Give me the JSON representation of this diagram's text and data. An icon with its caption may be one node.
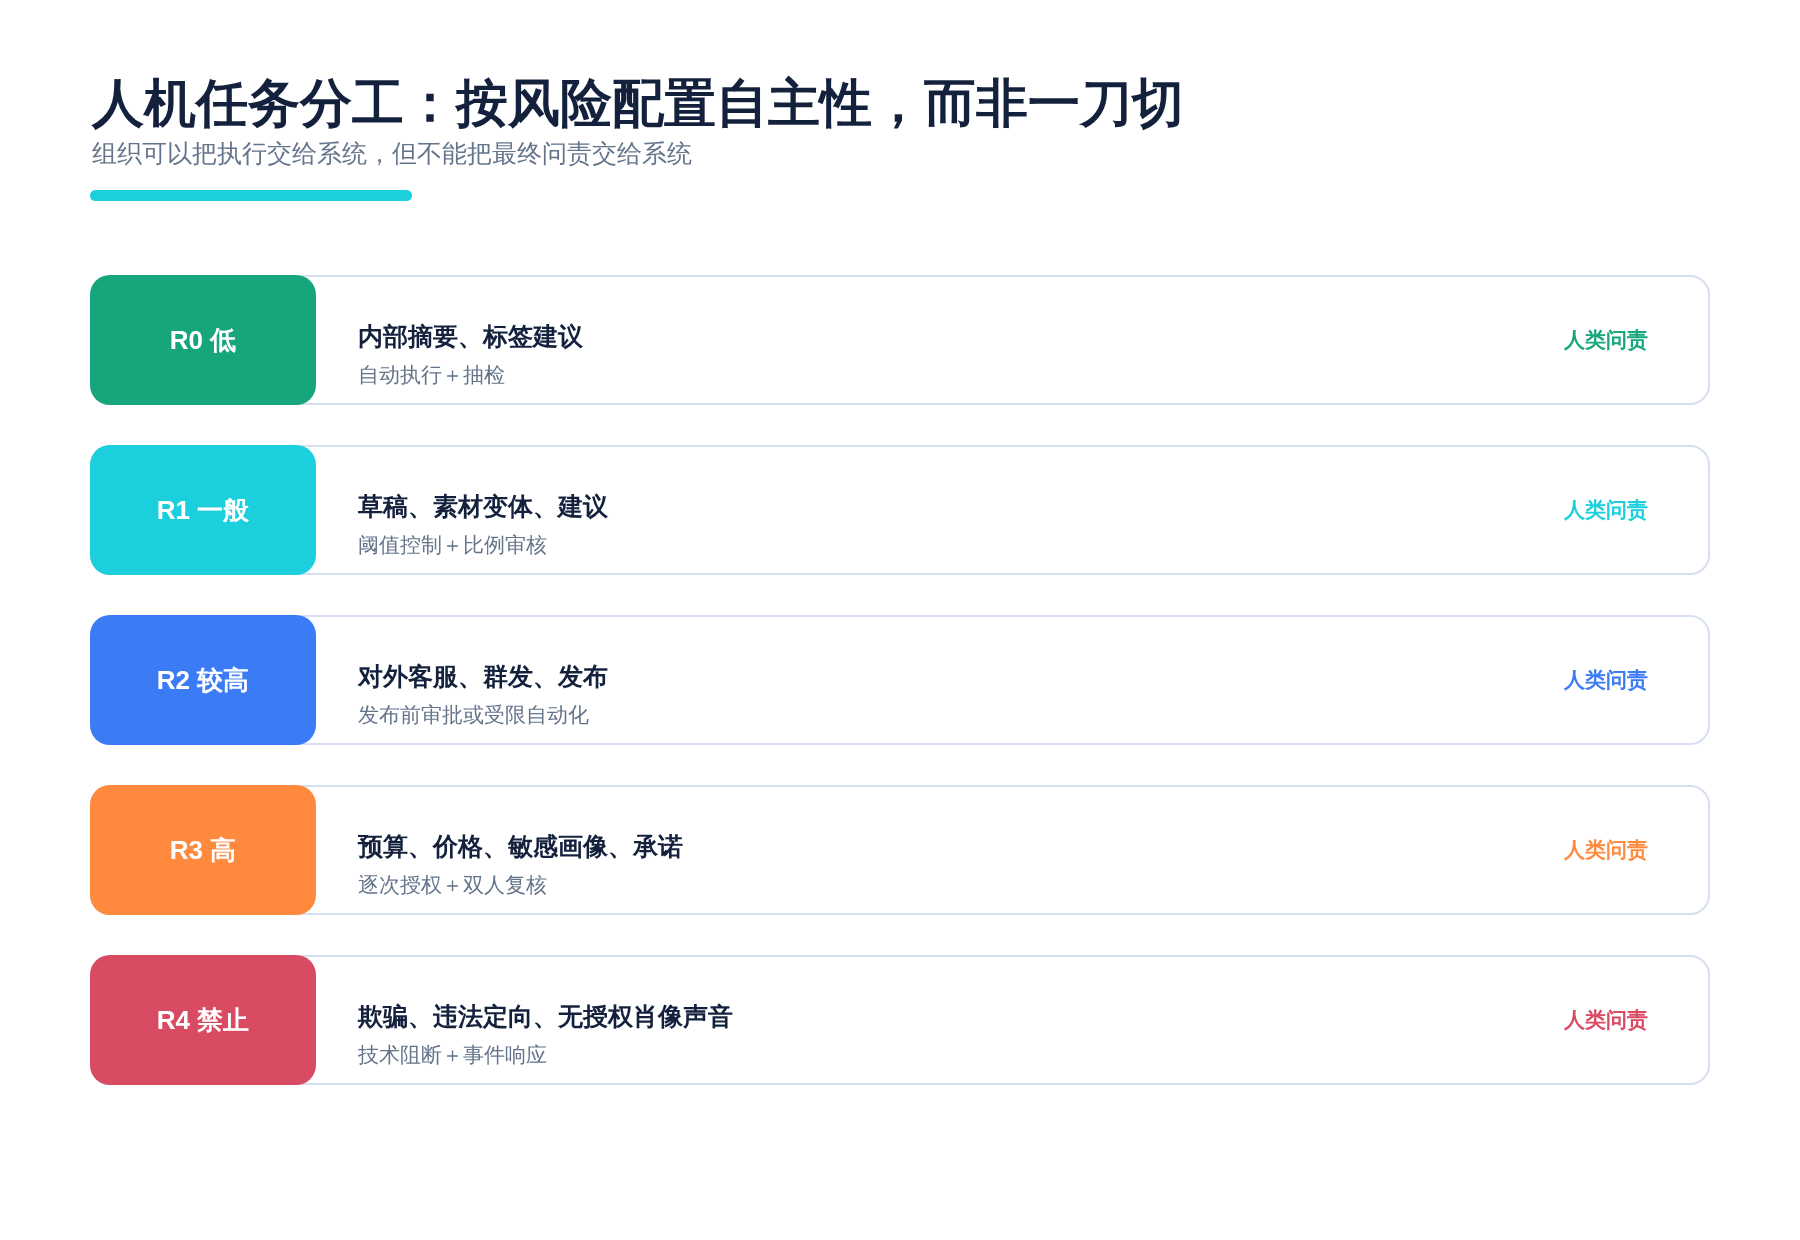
{
  "diagram": {
    "title": "人机任务分工：按风险配置自主性，而非一刀切",
    "nodes": [
      {
        "text": [
          "内部摘要、标签建议",
          "自动执行＋抽检",
          "人类问责"
        ]
      },
      {
        "text": [
          "R0 低"
        ],
        "in": 0
      },
      {
        "text": [
          "草稿、素材变体、建议",
          "阈值控制＋比例审核",
          "人类问责"
        ]
      },
      {
        "text": [
          "R1 一般"
        ],
        "in": 2
      },
      {
        "text": [
          "对外客服、群发、发布",
          "发布前审批或受限自动化",
          "人类问责"
        ]
      },
      {
        "text": [
          "R2 较高"
        ],
        "in": 4
      },
      {
        "text": [
          "预算、价格、敏感画像、承诺",
          "逐次授权＋双人复核",
          "人类问责"
        ]
      },
      {
        "text": [
          "R3 高"
        ],
        "in": 6
      },
      {
        "text": [
          "欺骗、违法定向、无授权肖像声音",
          "技术阻断＋事件响应",
          "人类问责"
        ]
      },
      {
        "text": [
          "R4 禁止"
        ],
        "in": 8
      }
    ],
    "edges": [],
    "labels": [
      "组织可以把执行交给系统，但不能把最终问责交给系统"
    ]
  }
}
